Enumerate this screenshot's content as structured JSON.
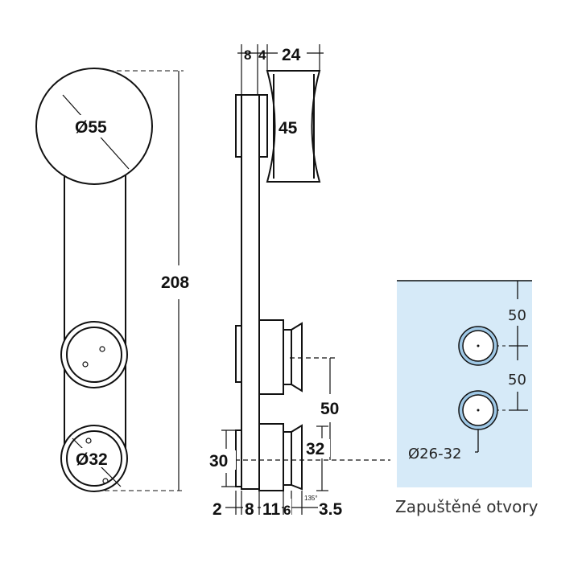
{
  "front_view": {
    "wheel_diameter": "Ø55",
    "height": "208",
    "roller_diameter": "Ø32"
  },
  "side_view": {
    "top_dims": [
      "8",
      "4",
      "24"
    ],
    "wheel_height": "45",
    "spacing": "50",
    "roller_height": "32",
    "plate_height": "30",
    "angle": "135°",
    "bottom_dims": [
      "2",
      "8",
      "11",
      "6",
      "3.5"
    ]
  },
  "holes_panel": {
    "spacing_top": "50",
    "spacing_mid": "50",
    "hole_diameter": "Ø26-32",
    "caption": "Zapuštěné otvory",
    "panel_color": "#d6eaf8",
    "ring_color": "#9fc8e6"
  }
}
